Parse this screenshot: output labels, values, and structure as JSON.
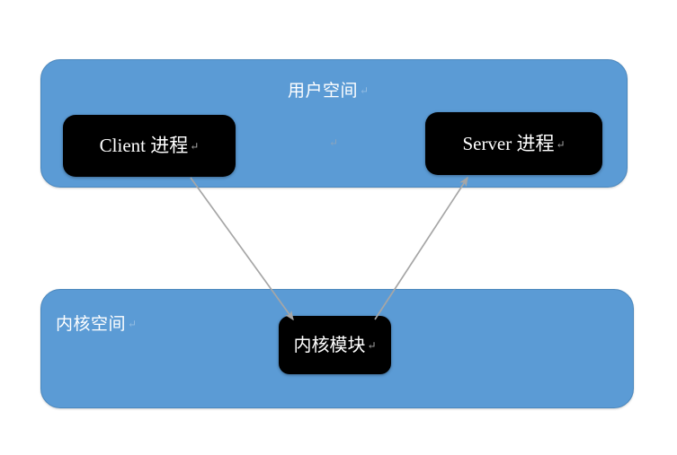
{
  "diagram": {
    "title_semantics": "Binder IPC architecture: user space client/server processes communicating through a kernel module",
    "background_color": "#ffffff",
    "panel_color": "#5b9bd5",
    "panel_border_color": "#4a87bd",
    "box_color": "#000000",
    "box_text_color": "#ffffff",
    "arrow_color": "#a6a6a6",
    "return_mark": "↵"
  },
  "user_space": {
    "label": "用户空间",
    "return_mark": "↵",
    "center_mark": "↵",
    "processes": [
      {
        "label": "Client 进程",
        "return_mark": "↵"
      },
      {
        "label": "Server 进程",
        "return_mark": "↵"
      }
    ]
  },
  "kernel_space": {
    "label": "内核空间",
    "return_mark": "↵",
    "module": {
      "label": "内核模块",
      "return_mark": "↵"
    }
  },
  "arrows": [
    {
      "name": "client-to-kernel",
      "from": "Client 进程",
      "to": "内核模块",
      "direction": "down"
    },
    {
      "name": "kernel-to-server",
      "from": "内核模块",
      "to": "Server 进程",
      "direction": "up"
    }
  ]
}
